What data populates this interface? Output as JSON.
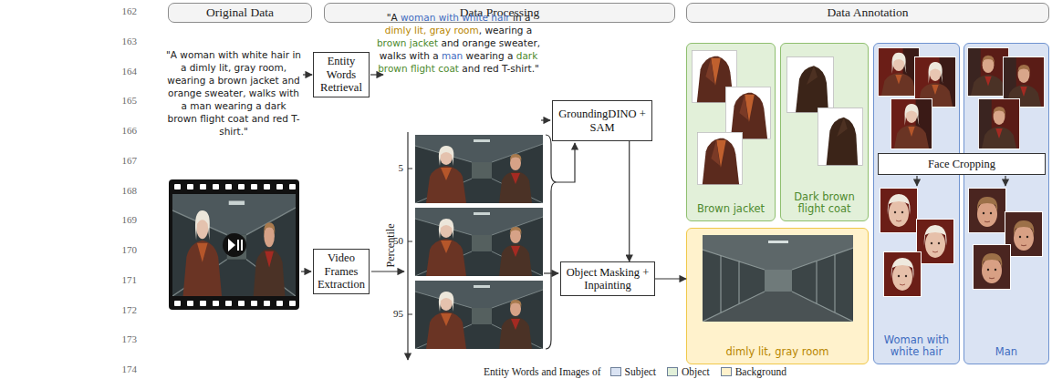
{
  "diagram": {
    "nodes": [
      {
        "text": [
          "Original Data"
        ]
      },
      {
        "text": [
          "Data Processing"
        ]
      },
      {
        "text": [
          "Data Annotation"
        ]
      },
      {
        "text": [
          "Entity Words Retrieval"
        ]
      },
      {
        "text": [
          "Video Frames Extraction"
        ]
      },
      {
        "text": [
          "GroundingDINO + SAM"
        ]
      },
      {
        "text": [
          "Object Masking + Inpainting"
        ]
      },
      {
        "text": [
          "Brown jacket"
        ]
      },
      {
        "text": [
          "Dark brown flight coat"
        ]
      },
      {
        "text": [
          "dimly lit, gray room"
        ]
      },
      {
        "text": [
          "Woman with white hair"
        ]
      },
      {
        "text": [
          "Man"
        ]
      },
      {
        "text": [
          "Face Cropping"
        ]
      }
    ],
    "edges": [
      {
        "from": 5,
        "to": 6,
        "arrow": "to"
      },
      {
        "from": 6,
        "to": 9,
        "arrow": "to"
      }
    ],
    "labels": [
      "162",
      "163",
      "164",
      "165",
      "166",
      "167",
      "168",
      "169",
      "170",
      "171",
      "172",
      "173",
      "174",
      "\"A woman with white hair in a dimly lit, gray room, wearing a brown jacket and orange sweater, walks with a man wearing a dark brown flight coat and red T-shirt.\"",
      "\"A woman with white hair in a dimly lit, gray room, wearing a brown jacket and orange sweater, walks with a man wearing a dark brown flight coat and red T-shirt.\"",
      "Percentile",
      "5",
      "50",
      "95",
      "Entity Words and Images of"
    ],
    "legend": [
      {
        "text": "Subject",
        "color": "#dae3f3"
      },
      {
        "text": "Object",
        "color": "#e2f0d9"
      },
      {
        "text": "Background",
        "color": "#fff2cc"
      }
    ]
  }
}
